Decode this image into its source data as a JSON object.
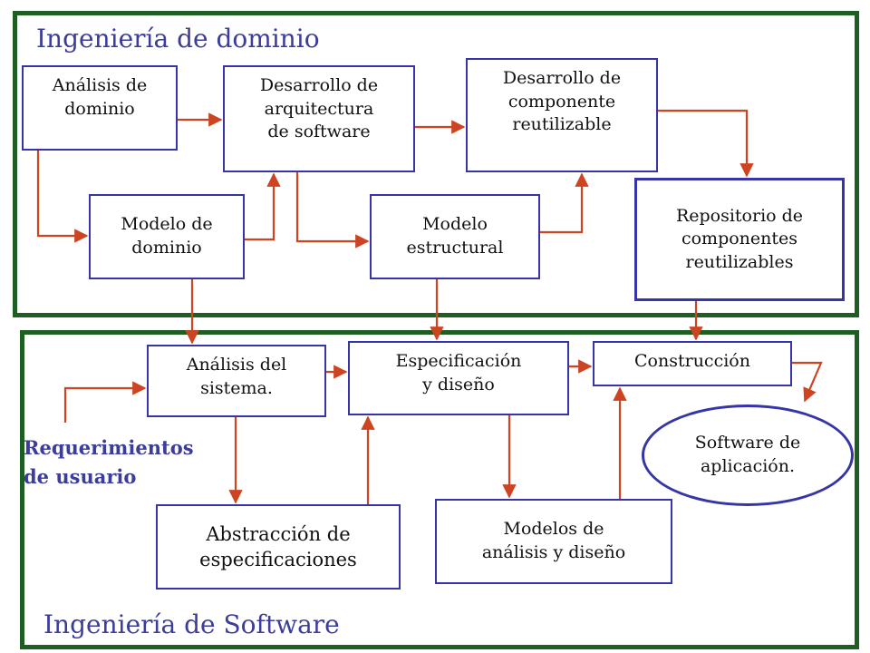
{
  "domain_panel": {
    "title": "Ingeniería de  dominio"
  },
  "software_panel": {
    "title": "Ingeniería de Software"
  },
  "nodes": {
    "analisis_dominio": "Análisis de\ndominio",
    "desarrollo_arquitectura": "Desarrollo de\narquitectura\nde software",
    "desarrollo_componente": "Desarrollo de\ncomponente\nreutilizable",
    "modelo_dominio": "Modelo de\ndominio",
    "modelo_estructural": "Modelo\nestructural",
    "repositorio": "Repositorio de\ncomponentes\nreutilizables",
    "analisis_sistema": "Análisis del\nsistema.",
    "especificacion": "Especificación\ny diseño",
    "construccion": "Construcción",
    "software_aplicacion": "Software de\naplicación.",
    "abstraccion": "Abstracción de\nespecificaciones",
    "modelos_analisis": "Modelos de\nanálisis y diseño"
  },
  "requerimientos_label": "Requerimientos\nde usuario",
  "colors": {
    "panel_border": "#1f5e22",
    "node_border": "#3535a8",
    "arrow": "#cc4422",
    "title_text": "#3c3c9a"
  }
}
